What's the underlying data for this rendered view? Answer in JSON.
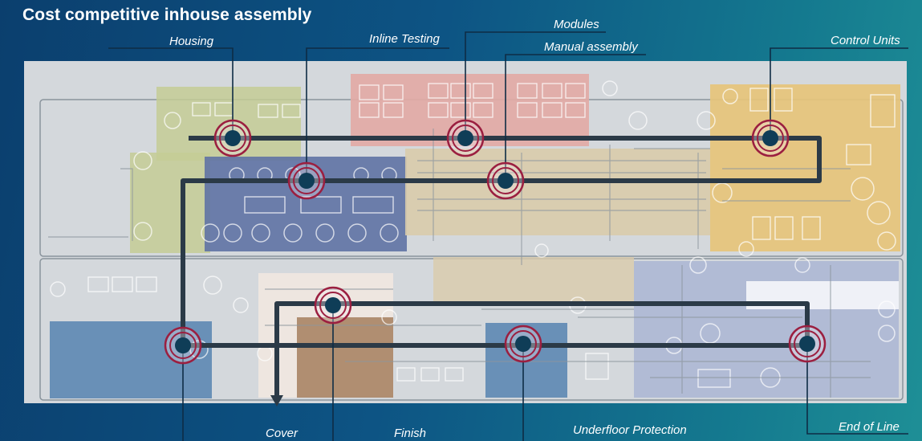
{
  "title": "Cost competitive inhouse assembly",
  "stations": {
    "housing": "Housing",
    "inline_testing": "Inline Testing",
    "modules": "Modules",
    "manual_assembly": "Manual assembly",
    "control_units": "Control Units",
    "cover": "Cover",
    "finish": "Finish",
    "underfloor_protection": "Underfloor Protection",
    "end_of_line": "End of Line"
  },
  "colors": {
    "zone_green": "#c4cc95",
    "zone_blue": "#5f73a4",
    "zone_red": "#e2aaa4",
    "zone_tan": "#d9ccab",
    "zone_yellow": "#e6c47a",
    "zone_brown": "#a88465",
    "zone_steel_blue": "#5d88b3",
    "zone_lavender": "#aab6d4",
    "route_line": "#2b3a47",
    "marker_dot": "#0f3d57",
    "marker_ring": "#9b1f40"
  }
}
